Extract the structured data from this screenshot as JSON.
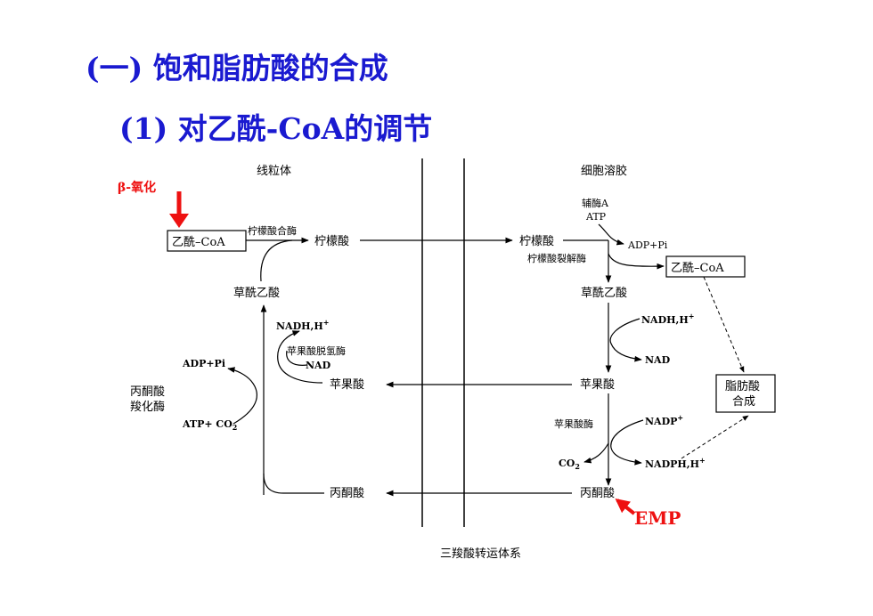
{
  "slide": {
    "title": "(一) 饱和脂肪酸的合成",
    "subtitle": "(1) 对乙酰-CoA的调节"
  },
  "diagram": {
    "mitochondria_label": "线粒体",
    "cytosol_label": "细胞溶胶",
    "beta_oxidation": "β-氧化",
    "acetyl_coa_left": "乙酰–CoA",
    "citrate_synthase": "柠檬酸合酶",
    "citrate_left": "柠檬酸",
    "citrate_right": "柠檬酸",
    "coenzyme_a": "辅酶A",
    "atp": "ATP",
    "adp_pi_right": "ADP+Pi",
    "citrate_lyase": "柠檬酸裂解酶",
    "acetyl_coa_right": "乙酰–CoA",
    "oxaloacetate_left": "草酰乙酸",
    "oxaloacetate_right": "草酰乙酸",
    "nadh_h_left": "NADH,H",
    "malate_dehydrogenase": "苹果酸脱氢酶",
    "nad_left": "NAD",
    "nadh_h_right": "NADH,H",
    "nad_right": "NAD",
    "adp_pi_left": "ADP+Pi",
    "pyruvate_carboxylase_1": "丙酮酸",
    "pyruvate_carboxylase_2": "羧化酶",
    "atp_co2": "ATP+ CO",
    "malate_left": "苹果酸",
    "malate_right": "苹果酸",
    "fatty_acid_synthesis_1": "脂肪酸",
    "fatty_acid_synthesis_2": "合成",
    "malic_enzyme": "苹果酸酶",
    "nadp": "NADP",
    "co2": "CO",
    "nadph_h": "NADPH,H",
    "pyruvate_left": "丙酮酸",
    "pyruvate_right": "丙酮酸",
    "emp": "EMP",
    "caption": "三羧酸转运体系",
    "superscript_plus": "+",
    "subscript_two": "2"
  },
  "colors": {
    "title": "#1a1ad0",
    "highlight": "#ee1111",
    "line": "#000000"
  }
}
